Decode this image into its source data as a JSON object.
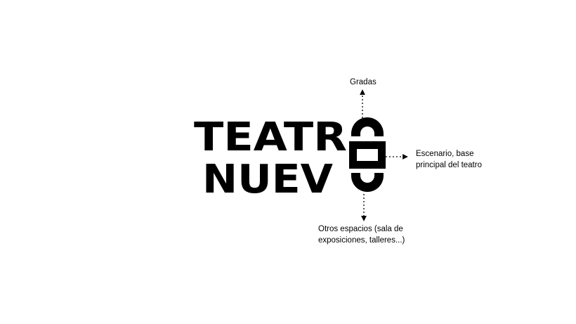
{
  "logo": {
    "line1": "TEATR",
    "line2": "NUEV",
    "color": "#000000",
    "background": "#ffffff"
  },
  "annotations": {
    "gradas": {
      "line1": "Gradas"
    },
    "escenario": {
      "line1": "Escenario, base",
      "line2": "principal del teatro"
    },
    "otros": {
      "line1": "Otros espacios (sala de",
      "line2": "exposiciones, talleres...)"
    }
  }
}
